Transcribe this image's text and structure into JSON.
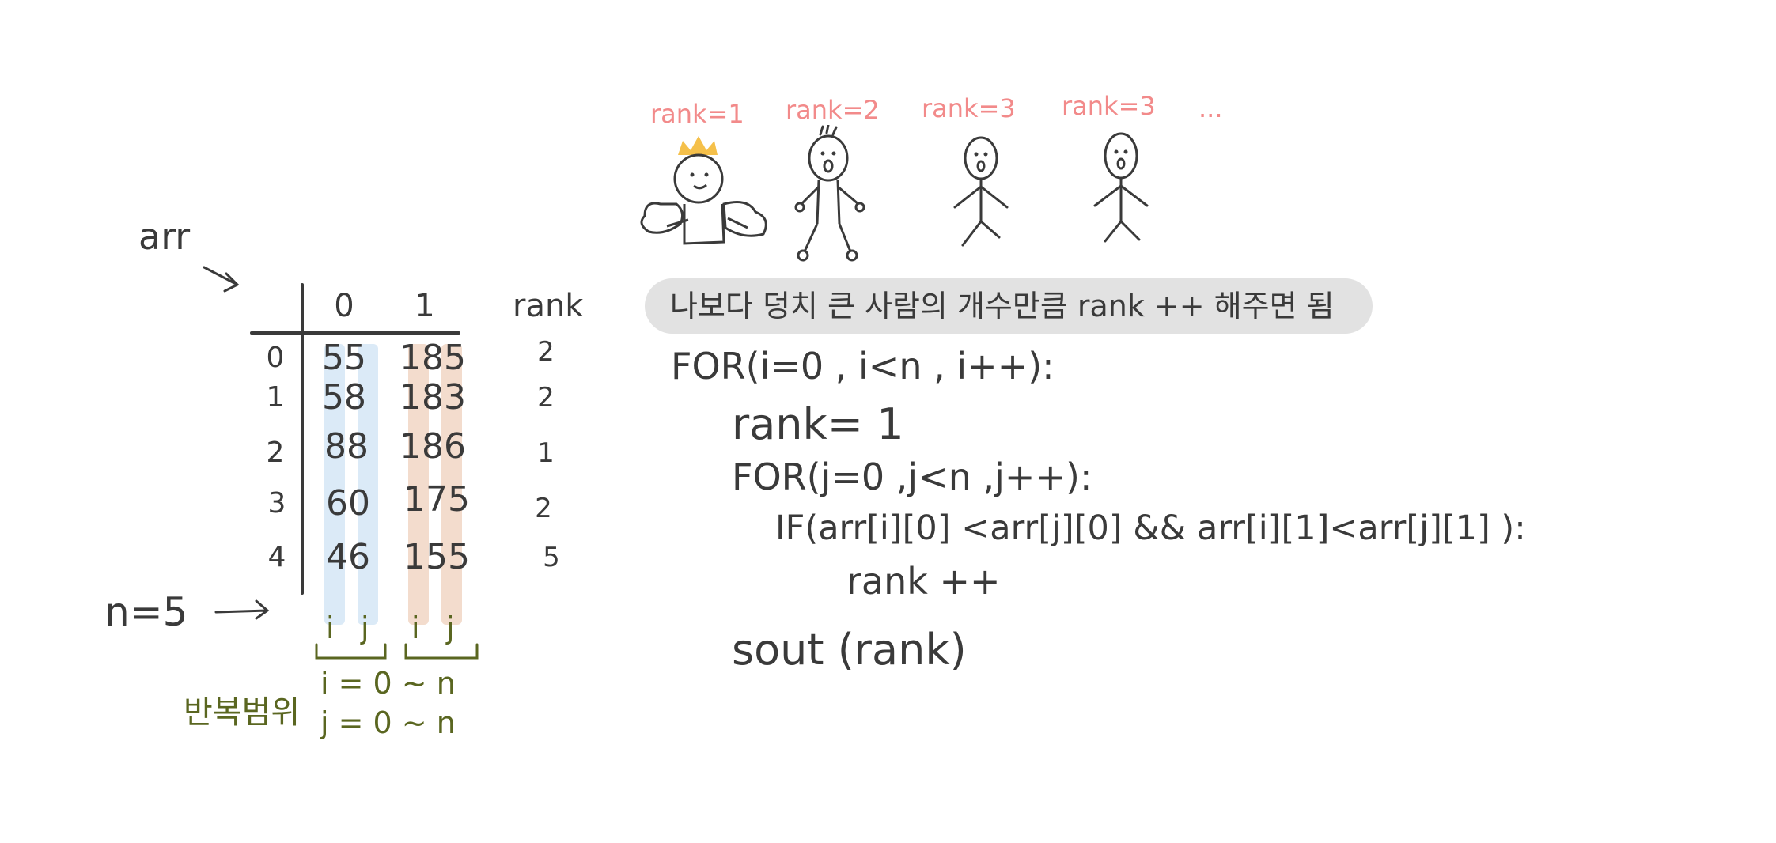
{
  "labels": {
    "arr": "arr",
    "n_label": "n=5",
    "rank_header": "rank",
    "col_headers": [
      "0",
      "1"
    ],
    "loop_range_label": "반복범위",
    "i_range": "i = 0 ~ n",
    "j_range": "j = 0 ~ n",
    "ij_marks": [
      "i",
      "j",
      "i",
      "j"
    ]
  },
  "table": {
    "rows": [
      {
        "index": "0",
        "weight": "55",
        "height": "185",
        "rank": "2"
      },
      {
        "index": "1",
        "weight": "58",
        "height": "183",
        "rank": "2"
      },
      {
        "index": "2",
        "weight": "88",
        "height": "186",
        "rank": "1"
      },
      {
        "index": "3",
        "weight": "60",
        "height": "175",
        "rank": "2"
      },
      {
        "index": "4",
        "weight": "46",
        "height": "155",
        "rank": "5"
      }
    ]
  },
  "figures": {
    "rank_labels": [
      "rank=1",
      "rank=2",
      "rank=3",
      "rank=3",
      "..."
    ]
  },
  "banner": {
    "text": "나보다 덩치 큰 사람의 개수만큼 rank ++ 해주면 됨"
  },
  "code": {
    "line1": "FOR(i=0 , i<n , i++):",
    "line2": "rank= 1",
    "line3": "FOR(j=0 ,j<n ,j++):",
    "line4": "IF(arr[i][0] <arr[j][0] && arr[i][1]<arr[j][1] ):",
    "line5": "rank ++",
    "line6": "sout (rank)"
  },
  "colors": {
    "ink": "#3a3a3a",
    "pink": "#f28a8a",
    "olive": "#5a6620",
    "blue_highlight": "#dbeaf7",
    "peach_highlight": "#f3dccd",
    "crown": "#f5c04a",
    "banner": "#e2e2e2"
  }
}
